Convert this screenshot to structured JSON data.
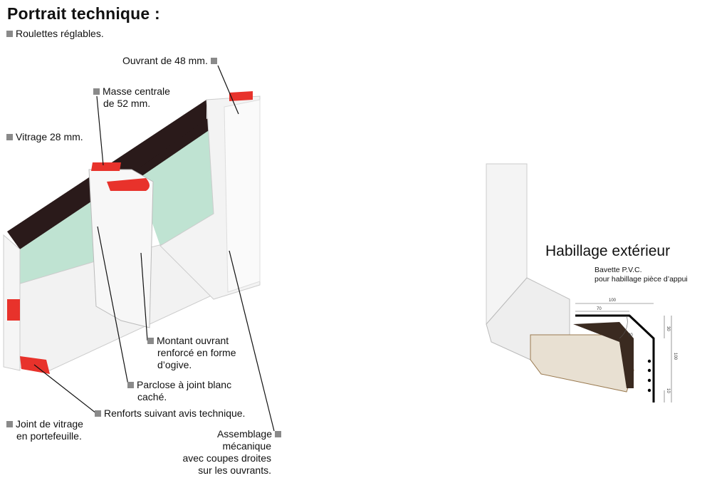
{
  "title": "Portrait technique :",
  "labels": {
    "roulettes": "Roulettes réglables.",
    "ouvrant": "Ouvrant de 48 mm.",
    "masse_1": "Masse centrale",
    "masse_2": "de 52 mm.",
    "vitrage": "Vitrage 28 mm.",
    "montant_1": "Montant ouvrant",
    "montant_2": "renforcé en forme",
    "montant_3": "d’ogive.",
    "parclose_1": "Parclose à joint blanc",
    "parclose_2": "caché.",
    "renforts": "Renforts suivant avis technique.",
    "joint_1": "Joint de vitrage",
    "joint_2": "en portefeuille.",
    "assemblage_1": "Assemblage",
    "assemblage_2": "mécanique",
    "assemblage_3": "avec coupes droites",
    "assemblage_4": "sur les ouvrants."
  },
  "habillage": {
    "title": "Habillage extérieur",
    "sub_1": "Bavette P.V.C.",
    "sub_2": "pour habillage pièce d’appui",
    "dims": {
      "top_width": "100",
      "inner_width": "70",
      "angle": "30",
      "upper_height": "30",
      "total_height": "100",
      "bottom_height": "10"
    }
  },
  "colors": {
    "accent_red": "#e8322b",
    "glass": "#bfe3d2",
    "bullet": "#8a8a8a"
  }
}
